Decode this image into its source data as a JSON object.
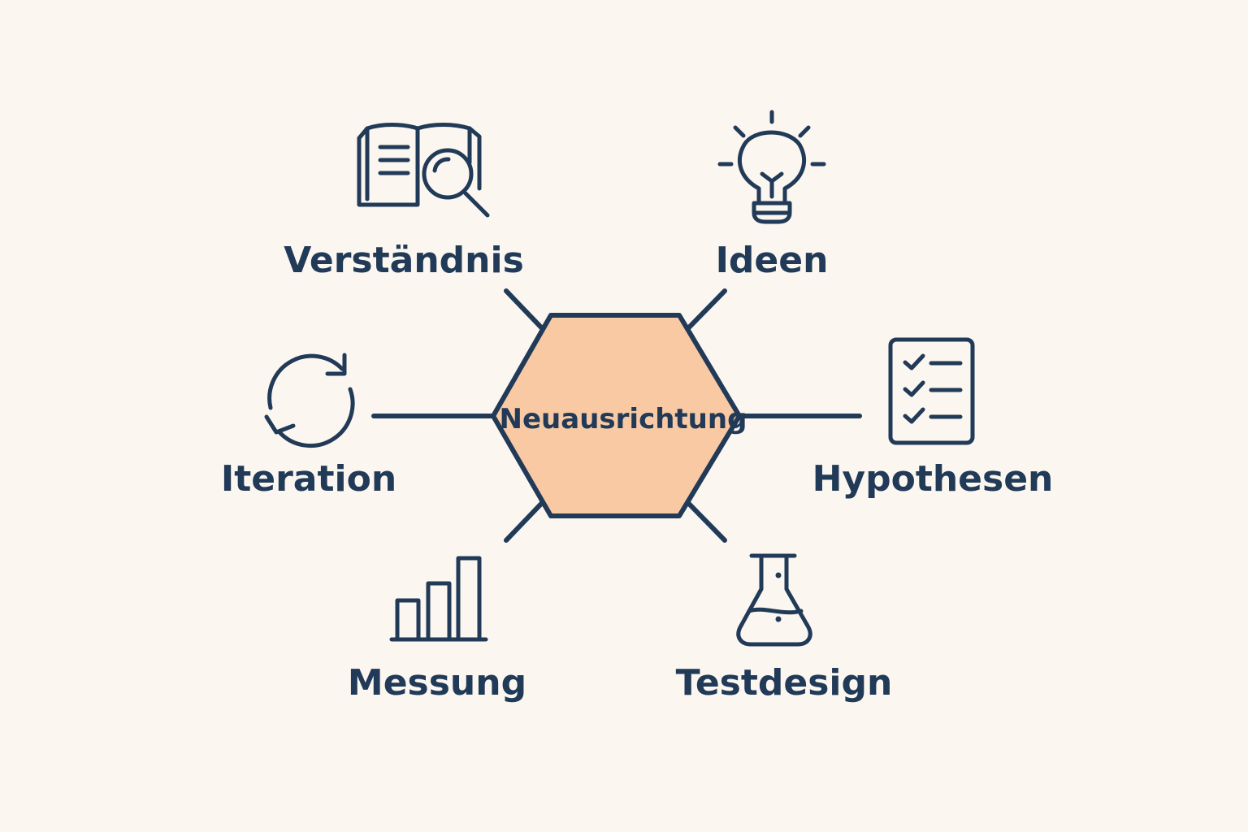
{
  "center": {
    "label": "Neuausrichtung"
  },
  "nodes": [
    {
      "key": "verstaendnis",
      "label": "Verständnis",
      "icon": "book-magnifier-icon"
    },
    {
      "key": "ideen",
      "label": "Ideen",
      "icon": "lightbulb-icon"
    },
    {
      "key": "hypothesen",
      "label": "Hypothesen",
      "icon": "checklist-icon"
    },
    {
      "key": "testdesign",
      "label": "Testdesign",
      "icon": "flask-icon"
    },
    {
      "key": "messung",
      "label": "Messung",
      "icon": "bar-chart-icon"
    },
    {
      "key": "iteration",
      "label": "Iteration",
      "icon": "refresh-cycle-icon"
    }
  ],
  "colors": {
    "background": "#fbf6f0",
    "ink": "#213a57",
    "hexagon_fill": "#f8c9a3"
  }
}
